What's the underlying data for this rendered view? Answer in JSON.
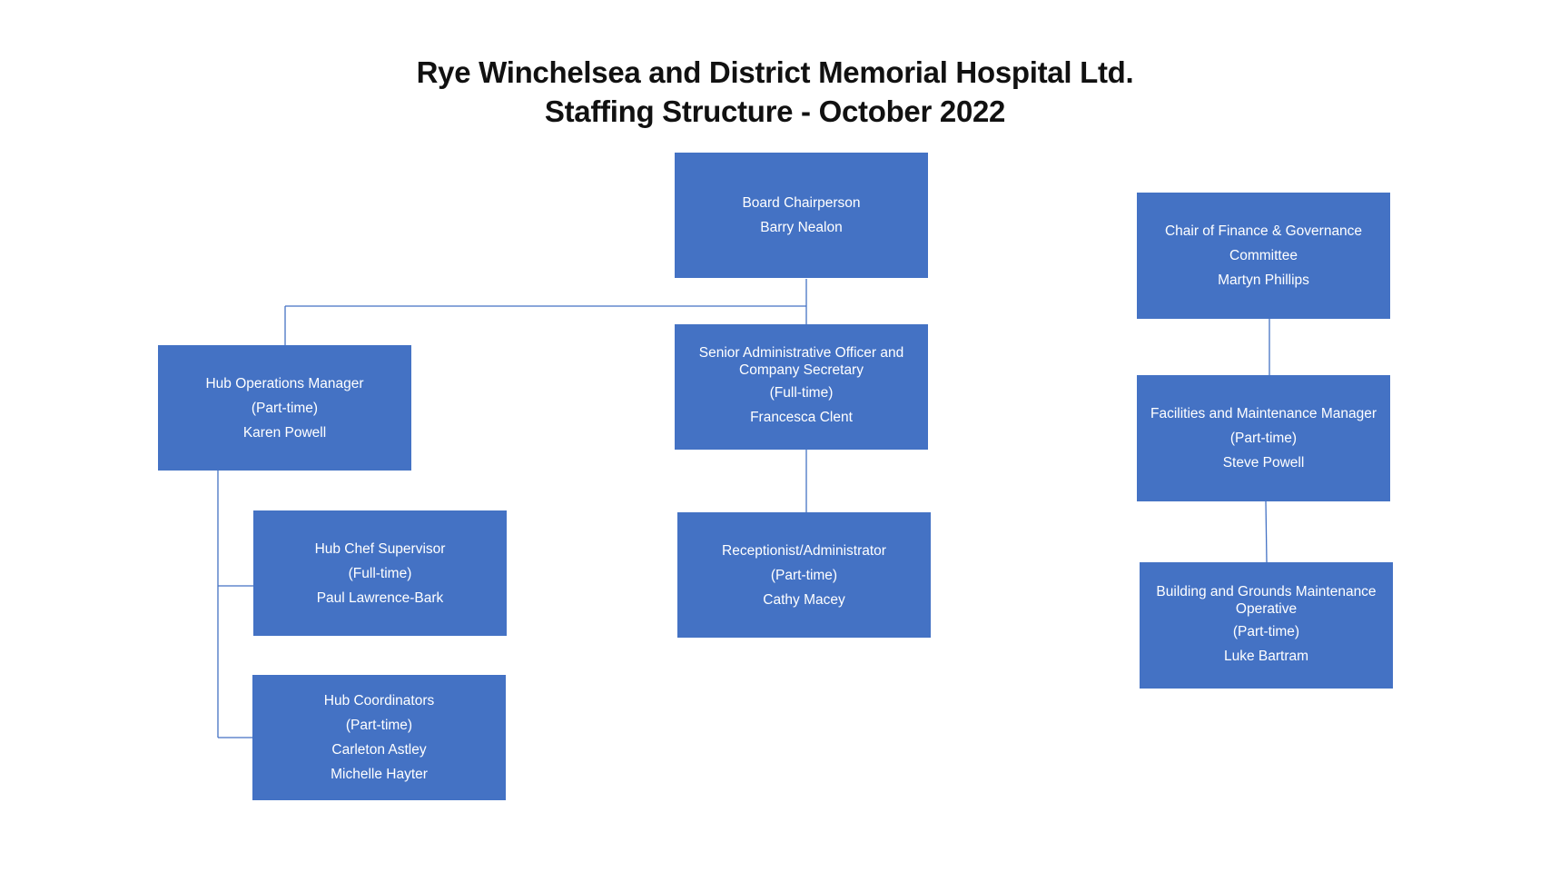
{
  "title": {
    "line1": "Rye Winchelsea and District Memorial Hospital Ltd.",
    "line2": "Staffing Structure - October 2022"
  },
  "nodes": {
    "board_chair": {
      "role": "Board Chairperson",
      "name": "Barry Nealon"
    },
    "hub_ops_manager": {
      "role": "Hub Operations Manager",
      "hours": "(Part-time)",
      "name": "Karen Powell"
    },
    "senior_admin": {
      "role_line1": "Senior Administrative Officer and",
      "role_line2": "Company Secretary",
      "hours": "(Full-time)",
      "name": "Francesca Clent"
    },
    "finance_chair": {
      "role_line1": "Chair of Finance & Governance",
      "role_line2": "Committee",
      "name": "Martyn Phillips"
    },
    "facilities_manager": {
      "role": "Facilities and Maintenance Manager",
      "hours": "(Part-time)",
      "name": "Steve Powell"
    },
    "hub_chef": {
      "role": "Hub Chef Supervisor",
      "hours": "(Full-time)",
      "name": "Paul Lawrence-Bark"
    },
    "receptionist": {
      "role": "Receptionist/Administrator",
      "hours": "(Part-time)",
      "name": "Cathy Macey"
    },
    "grounds_operative": {
      "role_line1": "Building and Grounds Maintenance",
      "role_line2": "Operative",
      "hours": "(Part-time)",
      "name": "Luke Bartram"
    },
    "hub_coordinators": {
      "role": "Hub Coordinators",
      "hours": "(Part-time)",
      "names": [
        "Carleton Astley",
        "Michelle Hayter"
      ]
    }
  },
  "colors": {
    "box_fill": "#4472c4",
    "box_text": "#ffffff",
    "connector": "#4472c4",
    "title_text": "#111111"
  }
}
